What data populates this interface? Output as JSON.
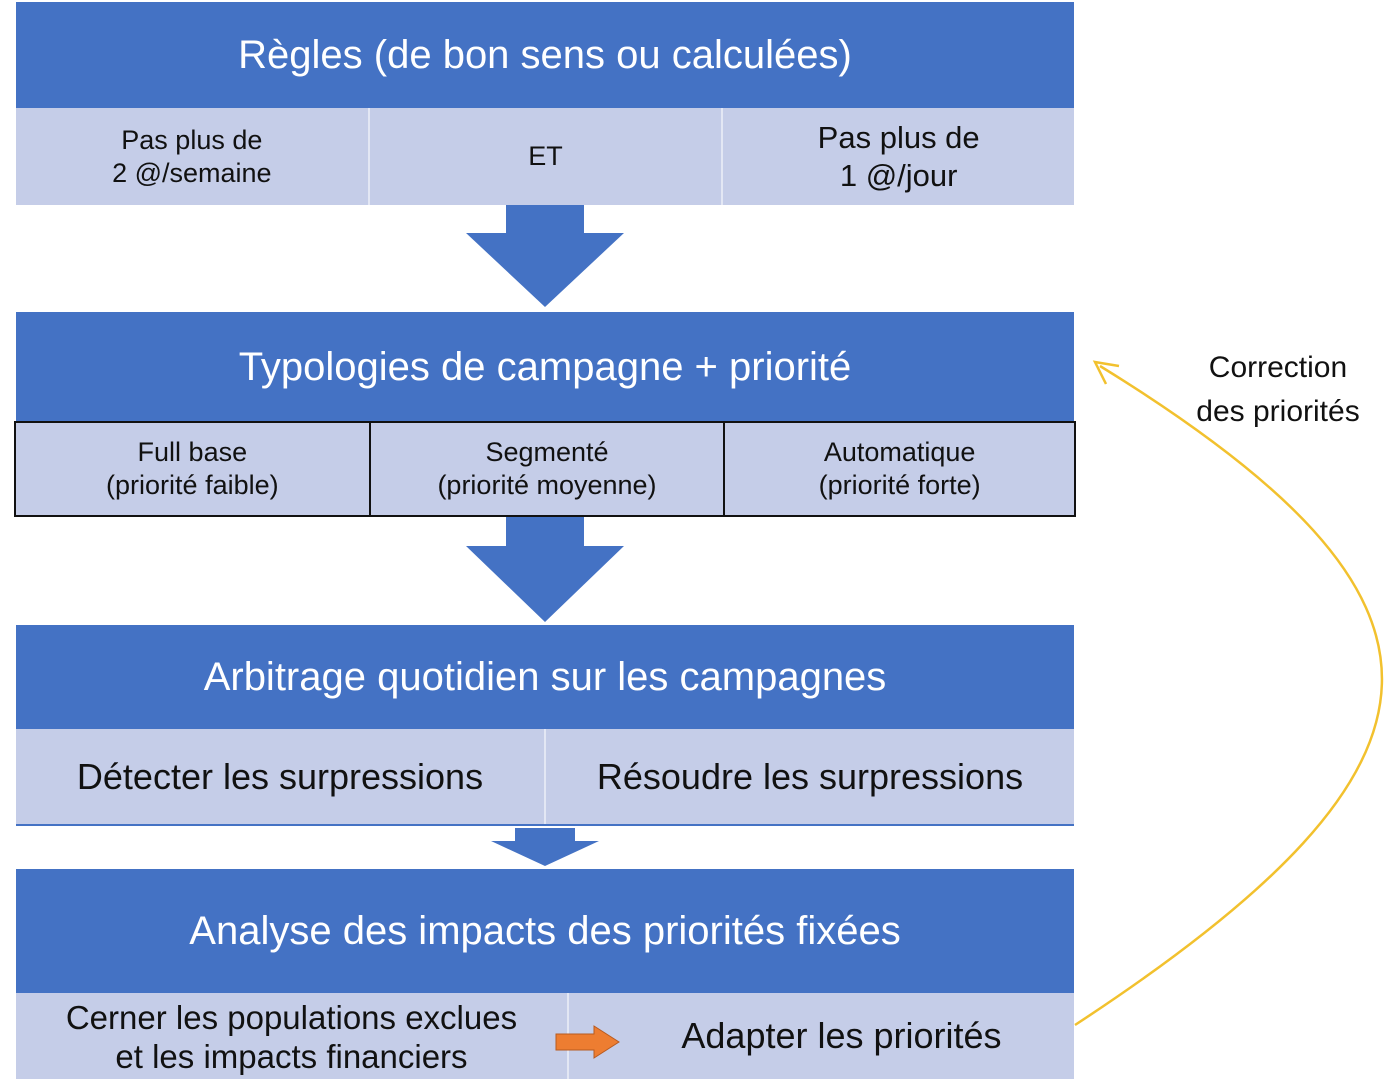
{
  "colors": {
    "header": "#4472c4",
    "cell": "#c5cde8",
    "arrow": "#4472c4",
    "orange_arrow": "#ed7d31",
    "feedback_curve": "#f2c12e"
  },
  "section1": {
    "title": "Règles (de bon sens ou calculées)",
    "cells": [
      "Pas plus de\n2 @/semaine",
      "ET",
      "Pas plus de\n1 @/jour"
    ]
  },
  "section2": {
    "title": "Typologies de campagne + priorité",
    "cells": [
      "Full base\n(priorité faible)",
      "Segmenté\n(priorité moyenne)",
      "Automatique\n(priorité forte)"
    ]
  },
  "section3": {
    "title": "Arbitrage quotidien sur les campagnes",
    "cells": [
      "Détecter les surpressions",
      "Résoudre les surpressions"
    ]
  },
  "section4": {
    "title": "Analyse des impacts des priorités fixées",
    "cells": [
      "Cerner les populations exclues\net les impacts financiers",
      "Adapter les priorités"
    ]
  },
  "feedback": {
    "label": "Correction\ndes priorités"
  }
}
